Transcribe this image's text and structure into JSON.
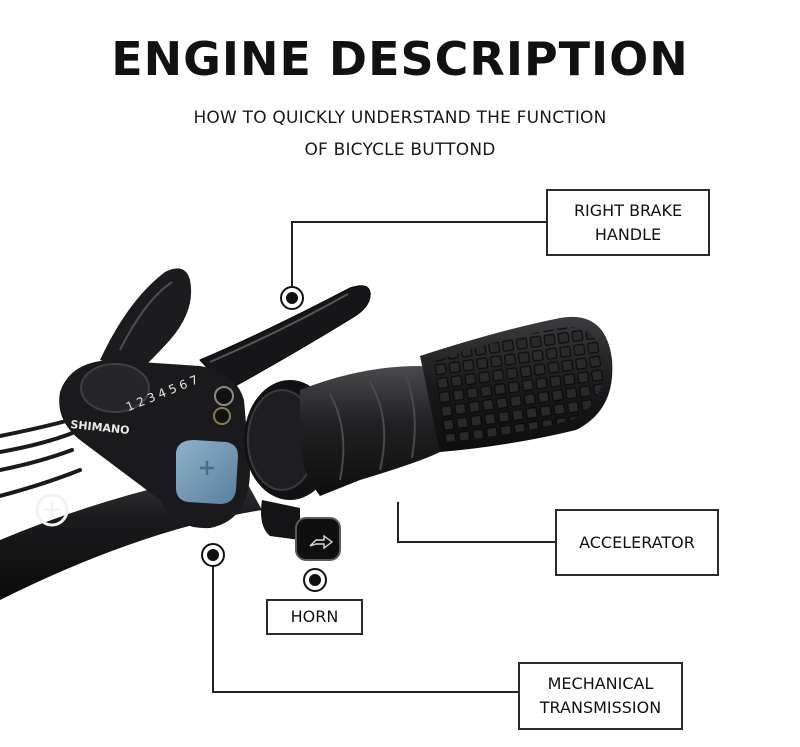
{
  "title": "ENGINE DESCRIPTION",
  "subtitle_line1": "HOW TO QUICKLY UNDERSTAND THE FUNCTION",
  "subtitle_line2": "OF BICYCLE BUTTOND",
  "labels": {
    "right_brake_line1": "RIGHT BRAKE",
    "right_brake_line2": "HANDLE",
    "accelerator": "ACCELERATOR",
    "horn": "HORN",
    "mech_line1": "MECHANICAL",
    "mech_line2": "TRANSMISSION"
  },
  "photo_markings": {
    "brand": "SHIMANO",
    "gears": "1 2 3 4 5 6 7"
  }
}
